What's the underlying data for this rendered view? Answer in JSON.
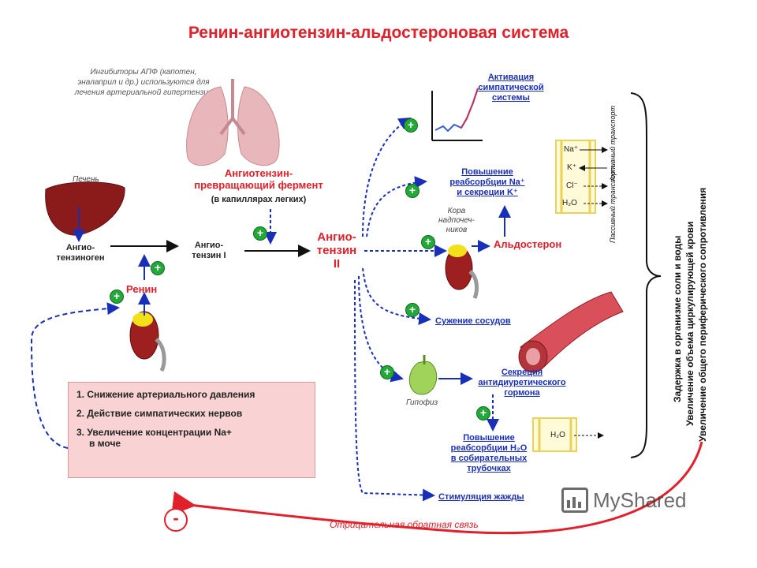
{
  "title": "Ренин-ангиотензин-альдостероновая система",
  "ace_inhibitors_note": "Ингибиторы АПФ (капотен, эналаприл и др.) используются для лечения артериальной гипертензии",
  "liver_label": "Печень",
  "angiotensinogen": [
    "Ангио-",
    "тензиноген"
  ],
  "angiotensin_1": [
    "Ангио-",
    "тензин I"
  ],
  "angiotensin_2": [
    "Ангио-",
    "тензин",
    "II"
  ],
  "ace_enzyme": [
    "Ангиотензин-",
    "превращающий фермент"
  ],
  "ace_location": "(в капиллярах легких)",
  "renin_label": "Ренин",
  "causes": [
    "1. Снижение артериального давления",
    "2. Действие симпатических нервов",
    "3. Увеличение концентрации Na+",
    "в моче"
  ],
  "effects": {
    "sympathetic": [
      "Активация",
      "симпатической",
      "системы"
    ],
    "reabsorption_na": [
      "Повышение",
      "реабсорбции Na⁺",
      "и секреции K⁺"
    ],
    "adrenal_cortex": [
      "Кора",
      "надпочеч-",
      "ников"
    ],
    "aldosterone": "Альдостерон",
    "vasoconstriction": "Сужение сосудов",
    "pituitary": "Гипофиз",
    "adh": [
      "Секреция",
      "антидиуретического",
      "гормона"
    ],
    "reabsorption_h2o": [
      "Повышение",
      "реабсорбции H₂O",
      "в собирательных",
      "трубочках"
    ],
    "thirst": "Стимуляция жажды"
  },
  "transport": {
    "ions": [
      "Na⁺",
      "K⁺",
      "Cl⁻",
      "H₂O"
    ],
    "active": "Активный транспорт",
    "passive": "Пассивный транспорт",
    "water": "H₂O"
  },
  "outcomes": [
    "Задержка в организме соли и воды",
    "Увеличение объема циркулирующей крови",
    "Увеличение общего периферического сопротивления"
  ],
  "feedback": "Отрицательная обратная связь",
  "watermark": "MyShared",
  "signs": {
    "plus": "+",
    "minus": "-"
  },
  "colors": {
    "title": "#e0202a",
    "link": "#1a2fb8",
    "plus": "#25a83a",
    "organ": "#8b1a1a"
  }
}
